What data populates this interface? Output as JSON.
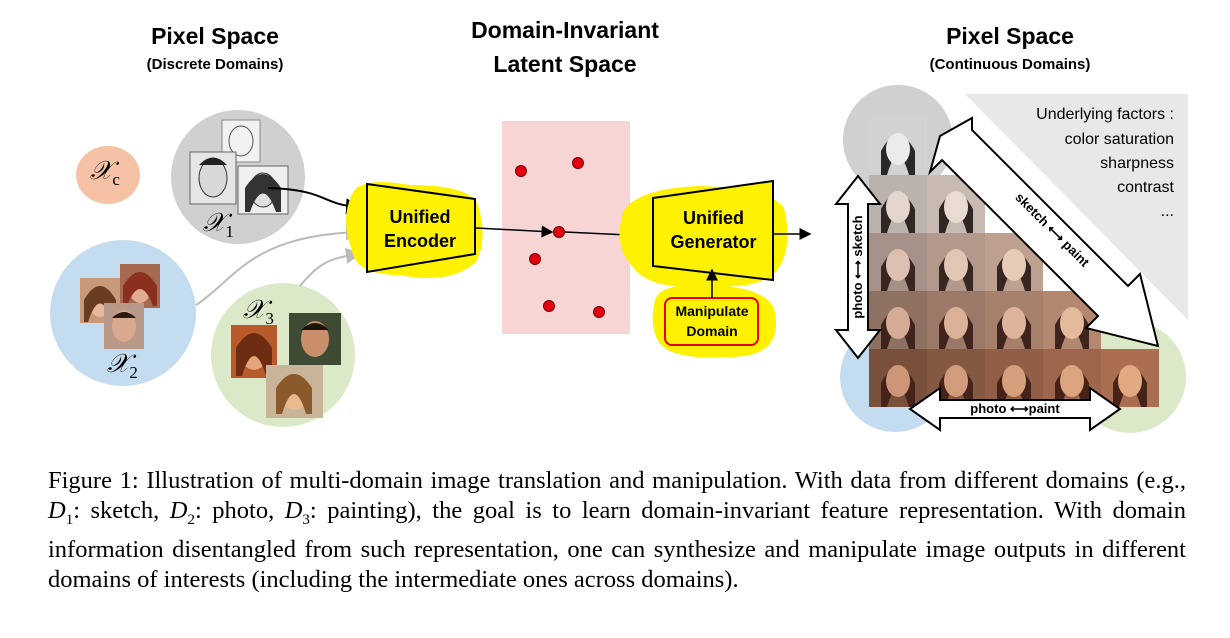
{
  "figure": {
    "left_panel": {
      "title": "Pixel Space",
      "subtitle": "(Discrete Domains)",
      "domains": [
        {
          "symbol": "𝒳",
          "subscript": "c",
          "color": "#f5c2a6"
        },
        {
          "symbol": "𝒳",
          "subscript": "1",
          "color": "#d0d0d0"
        },
        {
          "symbol": "𝒳",
          "subscript": "2",
          "color": "#c4dcf0"
        },
        {
          "symbol": "𝒳",
          "subscript": "3",
          "color": "#dbe9c8"
        }
      ]
    },
    "middle_panel": {
      "title_line1": "Domain-Invariant",
      "title_line2": "Latent Space",
      "encoder_line1": "Unified",
      "encoder_line2": "Encoder",
      "generator_line1": "Unified",
      "generator_line2": "Generator",
      "manipulate_line1": "Manipulate",
      "manipulate_line2": "Domain",
      "latent_color": "#f8d5d5",
      "highlight_color": "#fff200",
      "point_color": "#e3000f"
    },
    "right_panel": {
      "title": "Pixel Space",
      "subtitle": "(Continuous Domains)",
      "factors_title": "Underlying factors :",
      "factors": [
        "color saturation",
        "sharpness",
        "contrast",
        "..."
      ],
      "arrow_sketch_paint": "sketch ⟷ paint",
      "arrow_photo_sketch": "photo ⟷ sketch",
      "arrow_photo_paint": "photo ⟷paint"
    }
  },
  "caption": {
    "part1": "Figure 1: Illustration of multi-domain image translation and manipulation. With data from different domains (e.g., ",
    "d1": "D",
    "d1_sub": "1",
    "d1_text": ": sketch, ",
    "d2": "D",
    "d2_sub": "2",
    "d2_text": ": photo, ",
    "d3": "D",
    "d3_sub": "3",
    "d3_text": ": painting), the goal is to learn domain-invariant feature representation. With domain information disentangled from such representation, one can synthesize and manipulate image outputs in different domains of interests (including the intermediate ones across domains)."
  }
}
